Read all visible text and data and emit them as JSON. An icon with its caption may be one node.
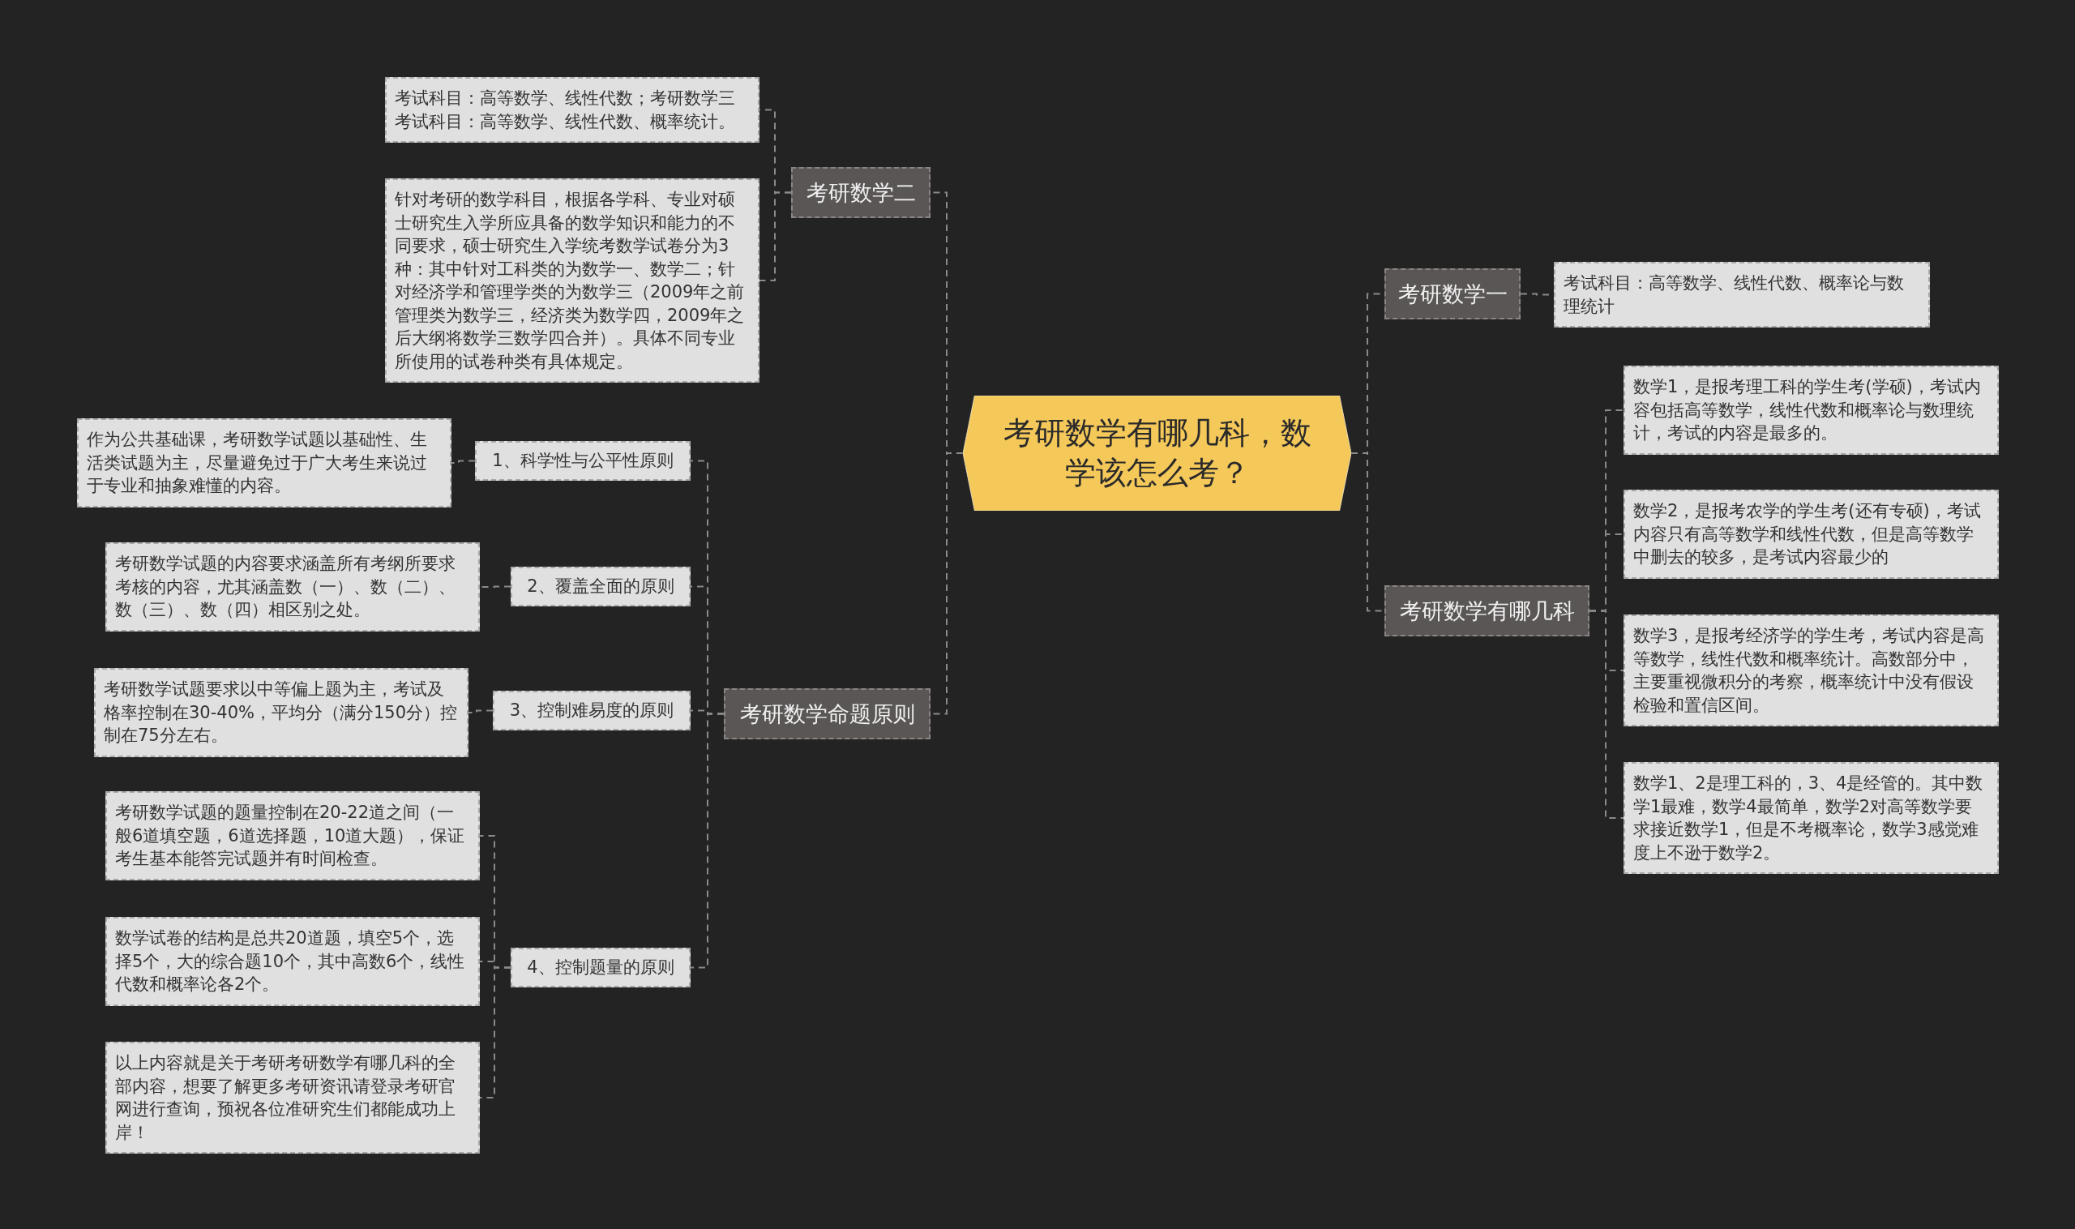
{
  "diagram": {
    "nodes": [
      {
        "text": [
          "考研数学有哪几科，数学该怎么考？"
        ]
      },
      {
        "text": [
          "考研数学二"
        ]
      },
      {
        "text": [
          "考试科目：高等数学、线性代数；考研数学三考试科目：高等数学、线性代数、概率统计。"
        ]
      },
      {
        "text": [
          "针对考研的数学科目，根据各学科、专业对硕士研究生入学所应具备的数学知识和能力的不同要求，硕士研究生入学统考数学试卷分为3种：其中针对工科类的为数学一、数学二；针对经济学和管理学类的为数学三（2009年之前管理类为数学三，经济类为数学四，2009年之后大纲将数学三数学四合并）。具体不同专业所使用的试卷种类有具体规定。"
        ]
      },
      {
        "text": [
          "考研数学命题原则"
        ]
      },
      {
        "text": [
          "1、科学性与公平性原则"
        ]
      },
      {
        "text": [
          "作为公共基础课，考研数学试题以基础性、生活类试题为主，尽量避免过于广大考生来说过于专业和抽象难懂的内容。"
        ]
      },
      {
        "text": [
          "2、覆盖全面的原则"
        ]
      },
      {
        "text": [
          "考研数学试题的内容要求涵盖所有考纲所要求考核的内容，尤其涵盖数（一）、数（二）、数（三）、数（四）相区别之处。"
        ]
      },
      {
        "text": [
          "3、控制难易度的原则"
        ]
      },
      {
        "text": [
          "考研数学试题要求以中等偏上题为主，考试及格率控制在30-40%，平均分（满分150分）控制在75分左右。"
        ]
      },
      {
        "text": [
          "4、控制题量的原则"
        ]
      },
      {
        "text": [
          "考研数学试题的题量控制在20-22道之间（一般6道填空题，6道选择题，10道大题），保证考生基本能答完试题并有时间检查。"
        ]
      },
      {
        "text": [
          "数学试卷的结构是总共20道题，填空5个，选择5个，大的综合题10个，其中高数6个，线性代数和概率论各2个。"
        ]
      },
      {
        "text": [
          "以上内容就是关于考研考研数学有哪几科的全部内容，想要了解更多考研资讯请登录考研官网进行查询，预祝各位准研究生们都能成功上岸！"
        ]
      },
      {
        "text": [
          "考研数学一"
        ]
      },
      {
        "text": [
          "考试科目：高等数学、线性代数、概率论与数理统计"
        ]
      },
      {
        "text": [
          "考研数学有哪几科"
        ]
      },
      {
        "text": [
          "数学1，是报考理工科的学生考(学硕)，考试内容包括高等数学，线性代数和概率论与数理统计，考试的内容是最多的。"
        ]
      },
      {
        "text": [
          "数学2，是报考农学的学生考(还有专硕)，考试内容只有高等数学和线性代数，但是高等数学中删去的较多，是考试内容最少的"
        ]
      },
      {
        "text": [
          "数学3，是报考经济学的学生考，考试内容是高等数学，线性代数和概率统计。高数部分中，主要重视微积分的考察，概率统计中没有假设检验和置信区间。"
        ]
      },
      {
        "text": [
          "数学1、2是理工科的，3、4是经管的。其中数学1最难，数学4最简单，数学2对高等数学要求接近数学1，但是不考概率论，数学3感觉难度上不逊于数学2。"
        ]
      }
    ],
    "edges": [
      {
        "from": 0,
        "to": 1,
        "arrow": "none"
      },
      {
        "from": 1,
        "to": 2,
        "arrow": "none"
      },
      {
        "from": 1,
        "to": 3,
        "arrow": "none"
      },
      {
        "from": 0,
        "to": 4,
        "arrow": "none"
      },
      {
        "from": 4,
        "to": 5,
        "arrow": "none"
      },
      {
        "from": 5,
        "to": 6,
        "arrow": "none"
      },
      {
        "from": 4,
        "to": 7,
        "arrow": "none"
      },
      {
        "from": 7,
        "to": 8,
        "arrow": "none"
      },
      {
        "from": 4,
        "to": 9,
        "arrow": "none"
      },
      {
        "from": 9,
        "to": 10,
        "arrow": "none"
      },
      {
        "from": 4,
        "to": 11,
        "arrow": "none"
      },
      {
        "from": 11,
        "to": 12,
        "arrow": "none"
      },
      {
        "from": 11,
        "to": 13,
        "arrow": "none"
      },
      {
        "from": 11,
        "to": 14,
        "arrow": "none"
      },
      {
        "from": 0,
        "to": 15,
        "arrow": "none"
      },
      {
        "from": 15,
        "to": 16,
        "arrow": "none"
      },
      {
        "from": 0,
        "to": 17,
        "arrow": "none"
      },
      {
        "from": 17,
        "to": 18,
        "arrow": "none"
      },
      {
        "from": 17,
        "to": 19,
        "arrow": "none"
      },
      {
        "from": 17,
        "to": 20,
        "arrow": "none"
      },
      {
        "from": 17,
        "to": 21,
        "arrow": "none"
      }
    ]
  }
}
